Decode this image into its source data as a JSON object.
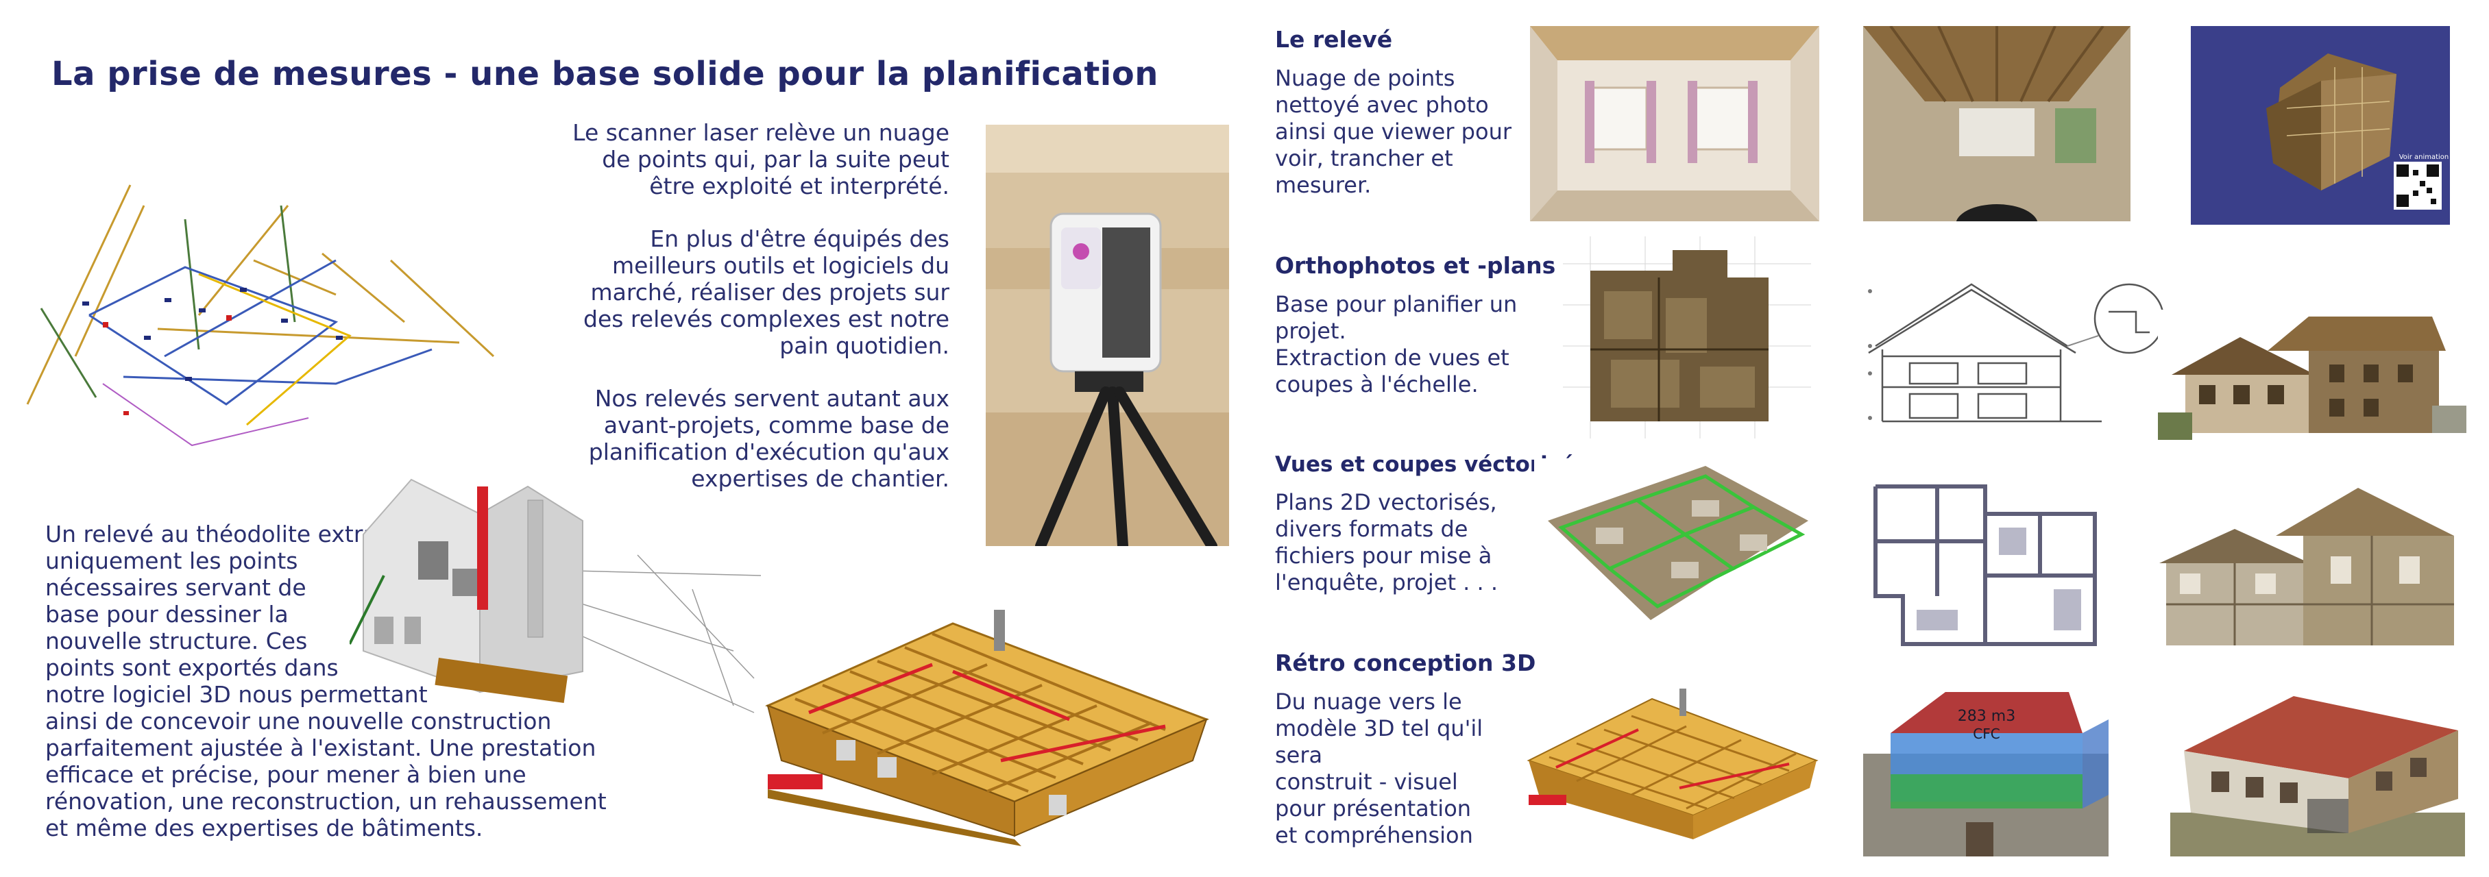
{
  "title": "La prise de mesures - une base solide pour la planification",
  "intro": {
    "p1": [
      "Le scanner laser relève un nuage",
      "de points qui, par la suite peut",
      "être exploité et interprété."
    ],
    "p2": [
      "En plus d'être équipés des",
      "meilleurs outils et logiciels du",
      "marché, réaliser des projets sur",
      "des relevés complexes est notre",
      "pain quotidien."
    ],
    "p3": [
      "Nos relevés servent autant aux",
      "avant-projets, comme base de",
      "planification d'exécution qu'aux",
      "expertises de chantier."
    ]
  },
  "theodolite": [
    "Un relevé au théodolite extrait",
    "uniquement les points",
    "nécessaires servant de",
    "base pour dessiner la",
    "nouvelle structure. Ces",
    "points sont exportés dans",
    "notre logiciel 3D nous permettant",
    "ainsi de concevoir une nouvelle construction",
    "parfaitement ajustée à l'existant. Une prestation",
    "efficace et précise, pour mener à bien une",
    "rénovation, une reconstruction, un rehaussement",
    "et même des expertises de bâtiments."
  ],
  "sections": [
    {
      "heading": "Le relevé",
      "body": [
        "Nuage de points",
        "nettoyé avec photo",
        "ainsi que viewer pour",
        "voir, trancher et",
        "mesurer."
      ]
    },
    {
      "heading": "Orthophotos et -plans",
      "body": [
        "Base pour planifier un",
        "projet.",
        "Extraction de vues et",
        "coupes à l'échelle."
      ]
    },
    {
      "heading": "Vues et coupes véctorisées",
      "body": [
        "Plans 2D vectorisés,",
        "divers formats de",
        "fichiers pour mise à",
        "l'enquête, projet . . ."
      ]
    },
    {
      "heading": "Rétro conception 3D",
      "body": [
        "Du nuage vers le",
        "modèle 3D tel qu'il sera",
        "construit - visuel",
        "pour présentation",
        "et compréhension"
      ]
    }
  ],
  "volume_label": [
    "283 m3",
    "CFC"
  ],
  "qr_caption": "Voir animation",
  "colors": {
    "text": "#2a2f6e",
    "heading": "#23286a",
    "timber": "#d9a53a",
    "accent_red": "#d81f2a"
  }
}
